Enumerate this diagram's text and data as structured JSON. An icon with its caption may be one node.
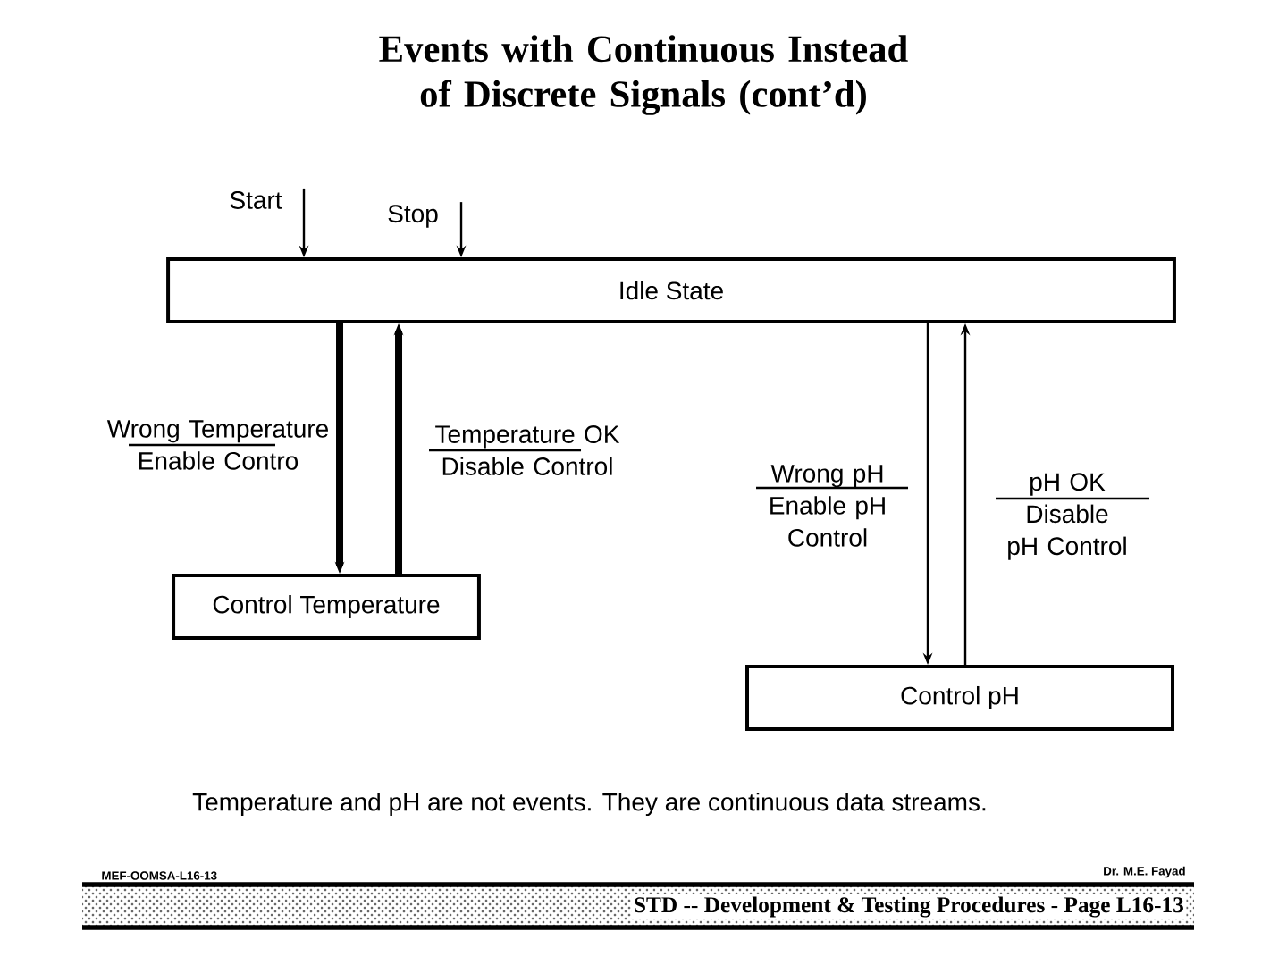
{
  "diagram": {
    "title": "Events with Continuous Instead of Discrete Signals (cont’d)",
    "nodes": [
      {
        "text": [
          "Start"
        ]
      },
      {
        "text": [
          "Stop"
        ]
      },
      {
        "text": [
          "Idle State"
        ]
      },
      {
        "text": [
          "Control Temperature"
        ]
      },
      {
        "text": [
          "Control pH"
        ]
      }
    ],
    "edges": [
      {
        "from": 0,
        "to": 2,
        "arrow": "to"
      },
      {
        "from": 1,
        "to": 2,
        "arrow": "to"
      },
      {
        "from": 2,
        "to": 3,
        "arrow": "to",
        "label": "Wrong Temperature Enable Contro",
        "style": "thick"
      },
      {
        "from": 3,
        "to": 2,
        "arrow": "to",
        "label": "Temperature OK Disable Control",
        "style": "thick"
      },
      {
        "from": 2,
        "to": 4,
        "arrow": "to",
        "label": "Wrong pH Enable pH Control"
      },
      {
        "from": 4,
        "to": 2,
        "arrow": "to",
        "label": "pH OK Disable pH Control"
      }
    ],
    "labels": [
      "Temperature and pH are not events.  They are continuous data streams.",
      "MEF-OOMSA-L16-13",
      "Dr. M.E. Fayad",
      "STD -- Development & Testing Procedures  - Page L16-13"
    ]
  }
}
